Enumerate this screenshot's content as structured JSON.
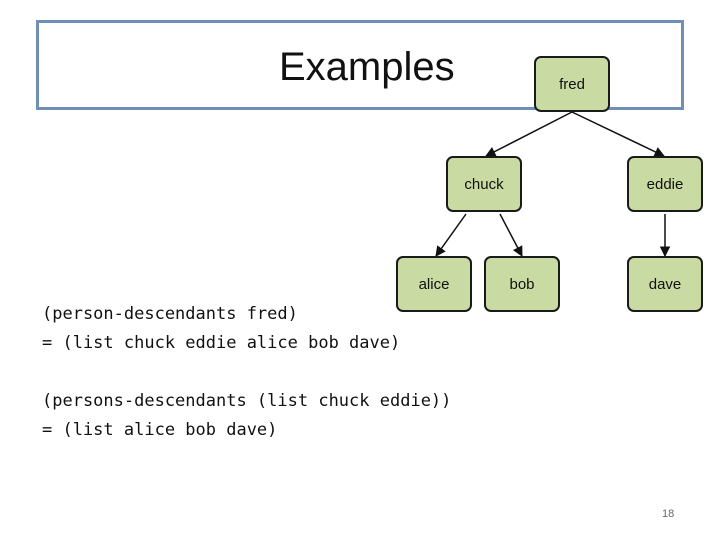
{
  "title": "Examples",
  "nodes": {
    "fred": "fred",
    "chuck": "chuck",
    "eddie": "eddie",
    "alice": "alice",
    "bob": "bob",
    "dave": "dave"
  },
  "examples": [
    {
      "expr": "(person-descendants fred)",
      "result": "= (list chuck eddie alice bob dave)"
    },
    {
      "expr": "(persons-descendants (list chuck eddie))",
      "result": "= (list alice bob dave)"
    }
  ],
  "slide_number": "18",
  "colors": {
    "node_fill": "#c9dba3",
    "title_border": "#6f8fb3"
  }
}
